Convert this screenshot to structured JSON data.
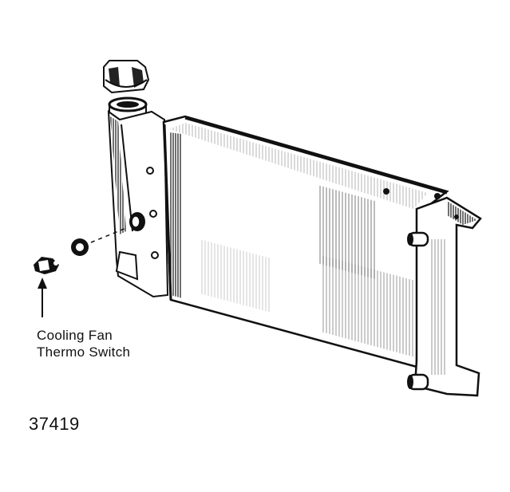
{
  "callout": {
    "line1": "Cooling Fan",
    "line2": "Thermo Switch"
  },
  "figure_number": "37419",
  "colors": {
    "ink": "#111111",
    "paper": "#ffffff"
  }
}
